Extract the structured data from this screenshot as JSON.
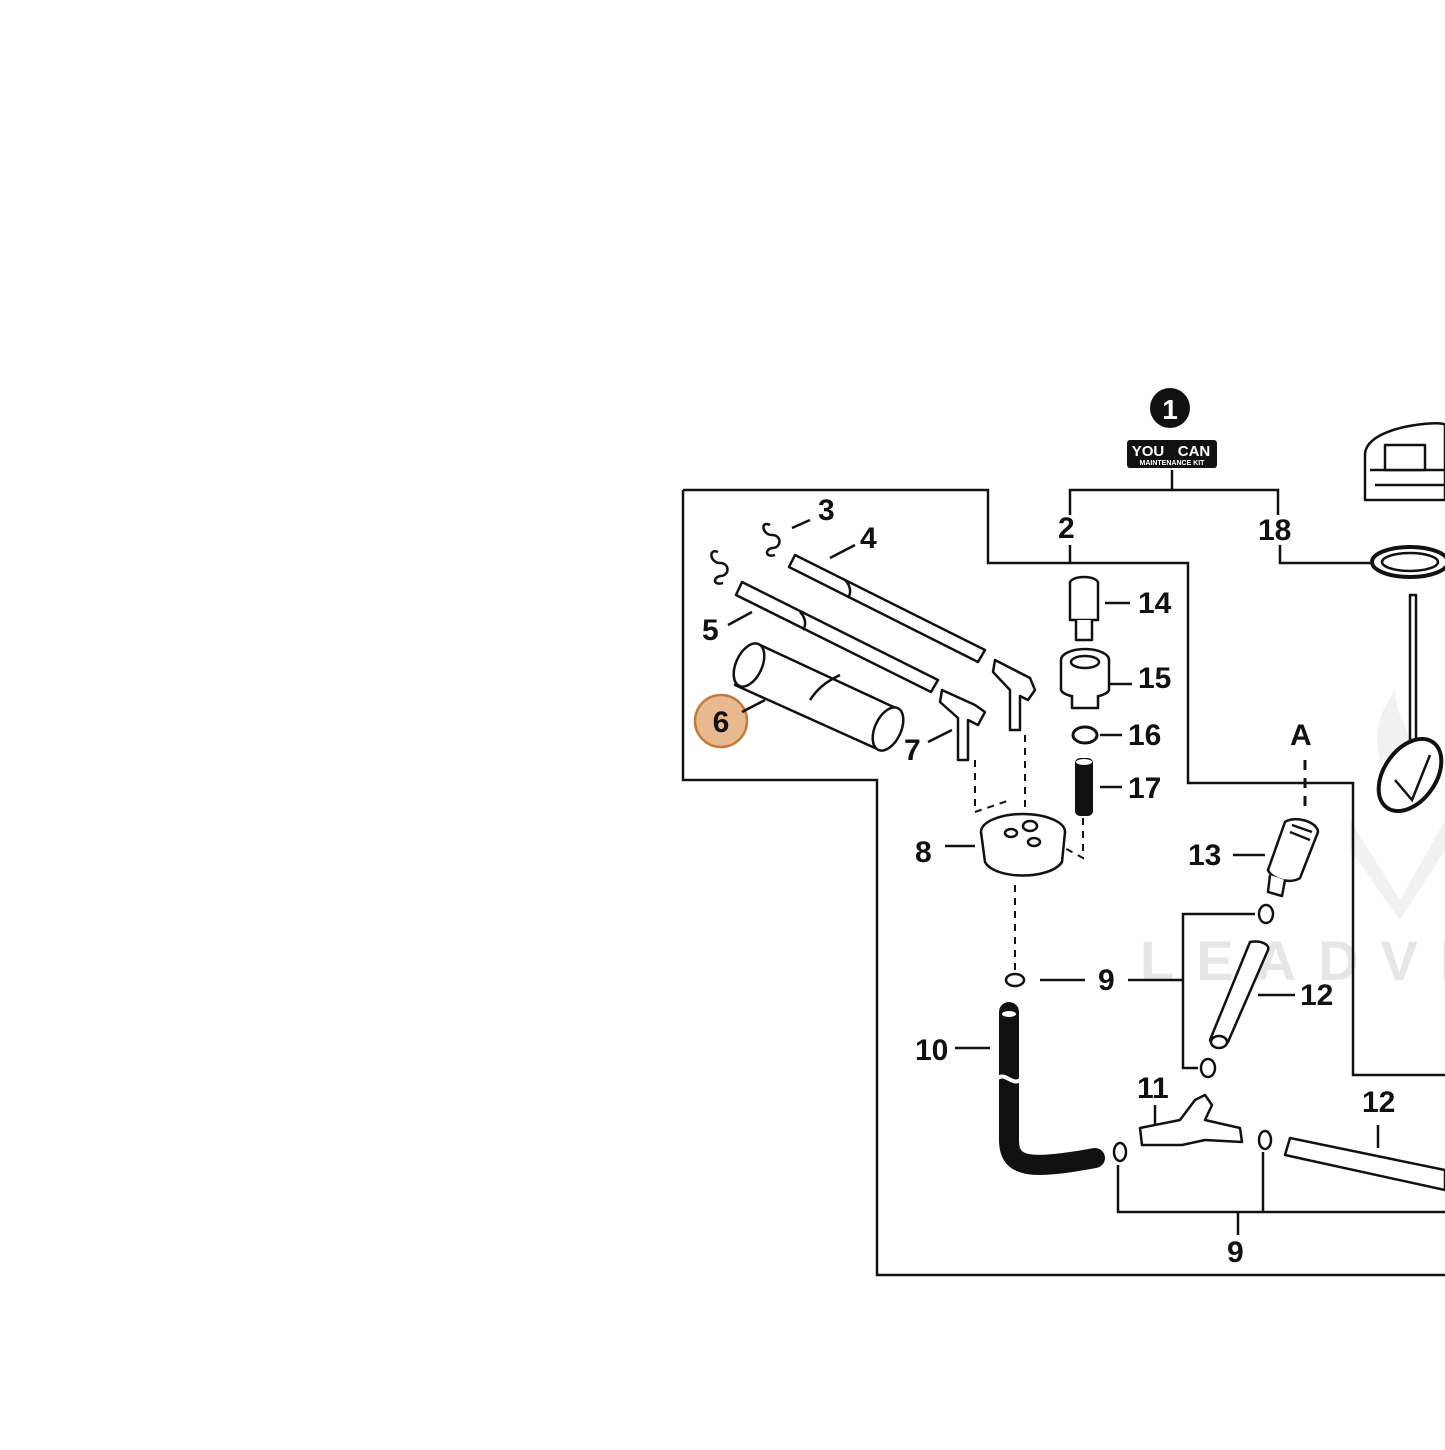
{
  "kit_badge": {
    "number": "1",
    "line1_left": "YOU",
    "line1_right": "CAN",
    "line2": "MAINTENANCE KIT"
  },
  "watermark": {
    "text": "LEADVEN"
  },
  "highlight": {
    "part": "6",
    "color": "#e8b88f",
    "border": "#c07a3a"
  },
  "parts": {
    "p2": "2",
    "p3": "3",
    "p4": "4",
    "p5": "5",
    "p6": "6",
    "p7": "7",
    "p8": "8",
    "p9a": "9",
    "p9b": "9",
    "p10": "10",
    "p11": "11",
    "p12a": "12",
    "p12b": "12",
    "p13": "13",
    "p14": "14",
    "p15": "15",
    "p16": "16",
    "p17": "17",
    "p18": "18",
    "pA": "A"
  }
}
